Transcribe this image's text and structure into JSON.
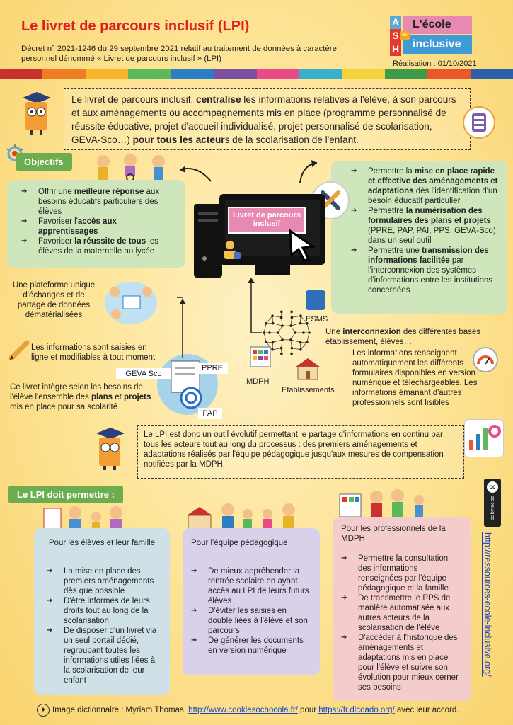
{
  "header": {
    "title": "Le livret de parcours inclusif (LPI)",
    "decree": "Décret n° 2021-1246 du 29 septembre 2021 relatif au traitement de données à caractère personnel dénommé « Livret de parcours inclusif » (LPI)",
    "logo_letters": [
      "A",
      "S",
      "H"
    ],
    "logo_badge": "91",
    "logo_line1": "L'école",
    "logo_line2": "inclusive",
    "realisation": "Réalisation : 01/10/2021"
  },
  "stripe_colors": [
    "#c9312e",
    "#ef7d22",
    "#f7b52a",
    "#5cb85c",
    "#2a7fc4",
    "#7b4fa2",
    "#e94b8a",
    "#37b0c9",
    "#f3d23a",
    "#3c9a4a",
    "#e9572b",
    "#2b5fa8"
  ],
  "intro": {
    "p1": "Le livret de parcours inclusif, ",
    "b1": "centralise",
    "p2": " les informations relatives à l'élève, à son parcours et aux aménagements ou accompagnements mis en place (programme personnalisé de réussite éducative, projet d'accueil individualisé, projet personnalisé de scolarisation, GEVA-Sco…) ",
    "b2": "pour tous les acteur",
    "p3": "s de la scolarisation de l'enfant."
  },
  "objectifs": {
    "label": "Objectifs",
    "items": [
      {
        "a": "Offrir une ",
        "b": "meilleure réponse",
        "c": " aux besoins éducatifs particuliers des élèves"
      },
      {
        "a": "Favoriser l'",
        "b": "accès aux apprentissages",
        "c": ""
      },
      {
        "a": "Favoriser ",
        "b": "la réussite de tous",
        "c": " les élèves de la maternelle au lycée"
      }
    ]
  },
  "right_box": {
    "items": [
      {
        "a": "Permettre la ",
        "b": "mise en place rapide et effective des aménagements et adaptations",
        "c": " dès l'identification d'un besoin éducatif particulier"
      },
      {
        "a": "Permettre ",
        "b": "la numérisation des formulaires des plans et projets",
        "c": " (PPRE, PAP, PAI, PPS, GEVA-Sco) dans un seul outil"
      },
      {
        "a": "Permettre une ",
        "b": "transmission des informations facilitée",
        "c": " par l'interconnexion des systèmes d'informations entre les institutions concernées"
      }
    ]
  },
  "screen_label": "Livret de parcours inclusif",
  "platform_text": "Une plateforme unique d'échanges et de partage de données dématérialisées",
  "saisie_text": "Les informations sont saisies en ligne et modifiables à tout moment",
  "integre": {
    "a": "Ce livret intègre selon les besoins de l'élève l'ensemble des ",
    "b1": "plans",
    "m": " et ",
    "b2": "projets",
    "c": " mis en place pour sa scolarité"
  },
  "plans": {
    "geva": "GEVA Sco",
    "ppre": "PPRE",
    "pap": "PAP"
  },
  "network": {
    "esms": "ESMS",
    "mdph": "MDPH",
    "etab": "Etablissements"
  },
  "interconnexion": {
    "a": "Une ",
    "b": "interconnexion",
    "c": " des différentes bases établissement, élèves…"
  },
  "auto_text": "Les informations renseignent automatiquement les différents formulaires disponibles en version numérique et téléchargeables. Les informations émanant d'autres professionnels sont lisibles",
  "evolutif_text": "Le LPI est donc un outil évolutif permettant le partage d'informations en continu par tous les acteurs tout au long du processus : des premiers aménagements et adaptations réalisés par l'équipe pédagogique jusqu'aux mesures de compensation notifiées par la MDPH.",
  "permettre_label": "Le LPI doit permettre :",
  "cards": [
    {
      "title": "Pour les élèves et leur famille",
      "color": "#cfe0e6",
      "items": [
        "La mise en place des premiers aménagements dès que possible",
        "D'être informés de leurs droits tout au long de la scolarisation.",
        "De disposer d'un livret via un seul portail dédié, regroupant toutes les informations utiles liées à la scolarisation de leur enfant"
      ]
    },
    {
      "title": "Pour l'équipe pédagogique",
      "color": "#d9d1ea",
      "items": [
        "De mieux appréhender la rentrée scolaire en ayant accès au LPI de leurs futurs élèves",
        "D'éviter les saisies en double liées à l'élève et son parcours",
        "De générer les documents en version numérique"
      ]
    },
    {
      "title": "Pour les professionnels de la MDPH",
      "color": "#f4cccc",
      "items": [
        "Permettre la consultation des informations renseignées par l'équipe pédagogique et la famille",
        "De transmettre le PPS de manière automatisée aux autres acteurs de la scolarisation de l'élève",
        "D'accéder à l'historique des aménagements et adaptations mis en place pour l'élève et suivre son évolution pour mieux cerner ses besoins"
      ]
    }
  ],
  "vertical_link": "http://ressources-ecole-inclusive.org/",
  "cc_text": "cc by nc sa",
  "footer": {
    "a": "Image dictionnaire : Myriam Thomas, ",
    "l1": "http://www.cookiesochocola.fr/",
    "m": "  pour ",
    "l2": "https://fr.dicoado.org/",
    "c": "  avec leur accord."
  }
}
